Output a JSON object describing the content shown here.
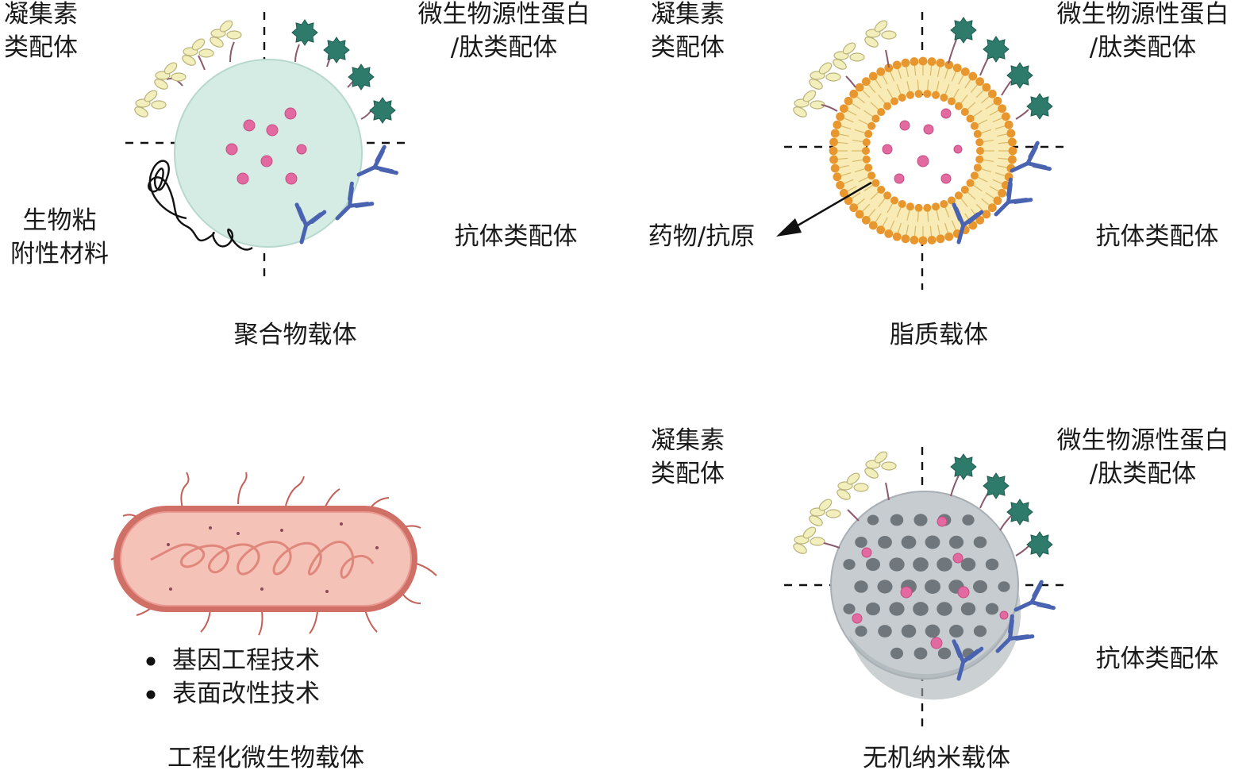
{
  "panels": {
    "polymer": {
      "title": "聚合物载体",
      "lectin": [
        "凝集素",
        "类配体"
      ],
      "microbial": [
        "微生物源性蛋白",
        "/肽类配体"
      ],
      "bioadhesive": [
        "生物粘",
        "附性材料"
      ],
      "antibody": "抗体类配体"
    },
    "lipid": {
      "title": "脂质载体",
      "lectin": [
        "凝集素",
        "类配体"
      ],
      "microbial": [
        "微生物源性蛋白",
        "/肽类配体"
      ],
      "drug": "药物/抗原",
      "antibody": "抗体类配体"
    },
    "microbe": {
      "title": "工程化微生物载体",
      "bullets": [
        "基因工程技术",
        "表面改性技术"
      ]
    },
    "inorganic": {
      "title": "无机纳米载体",
      "lectin": [
        "凝集素",
        "类配体"
      ],
      "microbial": [
        "微生物源性蛋白",
        "/肽类配体"
      ],
      "antibody": "抗体类配体"
    }
  },
  "colors": {
    "polymer_sphere": "#d4ece4",
    "drug_dot": "#e36aa0",
    "lipid_head": "#e8962e",
    "lipid_tail": "#f8ebb5",
    "microbe_body": "#f5c2b8",
    "microbe_wall": "#cf6f66",
    "inorganic_sphere": "#c7ccd0",
    "inorganic_pore": "#6f777d",
    "antibody": "#4a63b0",
    "lectin": "#f3efbc",
    "microbial_protein": "#2e7b6c",
    "linker": "#8a5a6e"
  }
}
